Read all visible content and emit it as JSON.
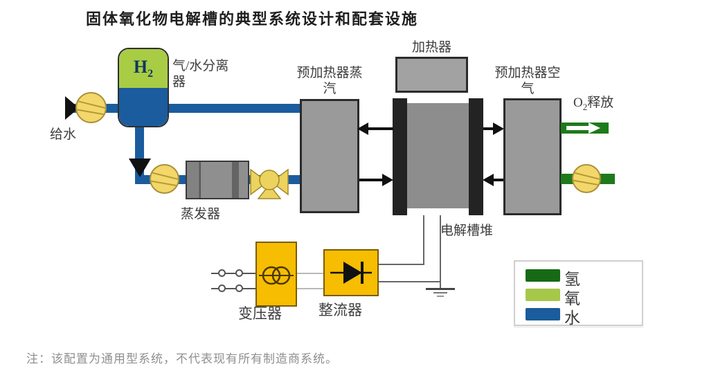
{
  "diagram": {
    "title": "固体氧化物电解槽的典型系统设计和配套设施",
    "note": "注：该配置为通用型系统，不代表现有所有制造商系统。",
    "components": {
      "separator_label": "气/水分离\n器",
      "separator_gas": {
        "prefix": "H",
        "sub": "2"
      },
      "feed_water": "给水",
      "evaporator": "蒸发器",
      "steam_preheater": "预加热器蒸\n汽",
      "heater": "加热器",
      "stack": "电解槽堆",
      "air_preheater": "预加热器空\n气",
      "o2_release": {
        "prefix": "O",
        "sub": "2",
        "suffix": "释放"
      },
      "transformer": "变压器",
      "rectifier": "整流器"
    },
    "legend": {
      "items": [
        {
          "label": "氢",
          "color": "#176a15"
        },
        {
          "label": "氧",
          "color": "#a5c84a"
        },
        {
          "label": "水",
          "color": "#1a5c9c"
        }
      ]
    },
    "colors": {
      "water_pipe": "#1b5c9e",
      "oxygen_pipe": "#1e7a1b",
      "hydrogen_tank_top": "#a9cc45",
      "pump": "#f3d76a",
      "equipment_gray": "#9a9a9a",
      "power_yellow": "#f6bd01"
    }
  }
}
